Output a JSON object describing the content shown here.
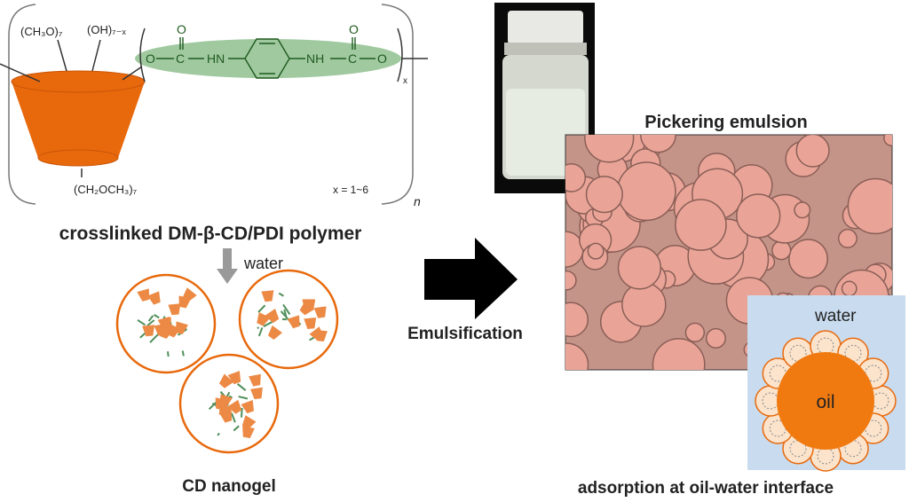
{
  "polymer": {
    "sub_top_left": "(CH₃O)₇",
    "sub_top_right": "(OH)₇₋ₓ",
    "sub_bottom": "(CH₂OCH₃)₇",
    "linker_o1": "O",
    "linker_c1": "C",
    "linker_hn": "HN",
    "linker_nh": "NH",
    "linker_c2": "C",
    "linker_o2": "O",
    "carbonyl_o": "O",
    "repeat_x": "x",
    "repeat_n": "n",
    "x_range": "x = 1~6",
    "title": "crosslinked DM-β-CD/PDI polymer"
  },
  "water_step": "water",
  "nanogel_label": "CD nanogel",
  "process_label": "Emulsification",
  "emulsion_title": "Pickering emulsion",
  "interface": {
    "water_label": "water",
    "oil_label": "oil",
    "caption": "adsorption at oil-water interface"
  },
  "colors": {
    "cd_orange": "#e8690c",
    "linker_green": "#8fbf8f",
    "linker_text": "#1f5a1f",
    "water_blue": "#c9dcef",
    "droplet": "#e9a497",
    "micrograph_bg": "#c59489"
  }
}
